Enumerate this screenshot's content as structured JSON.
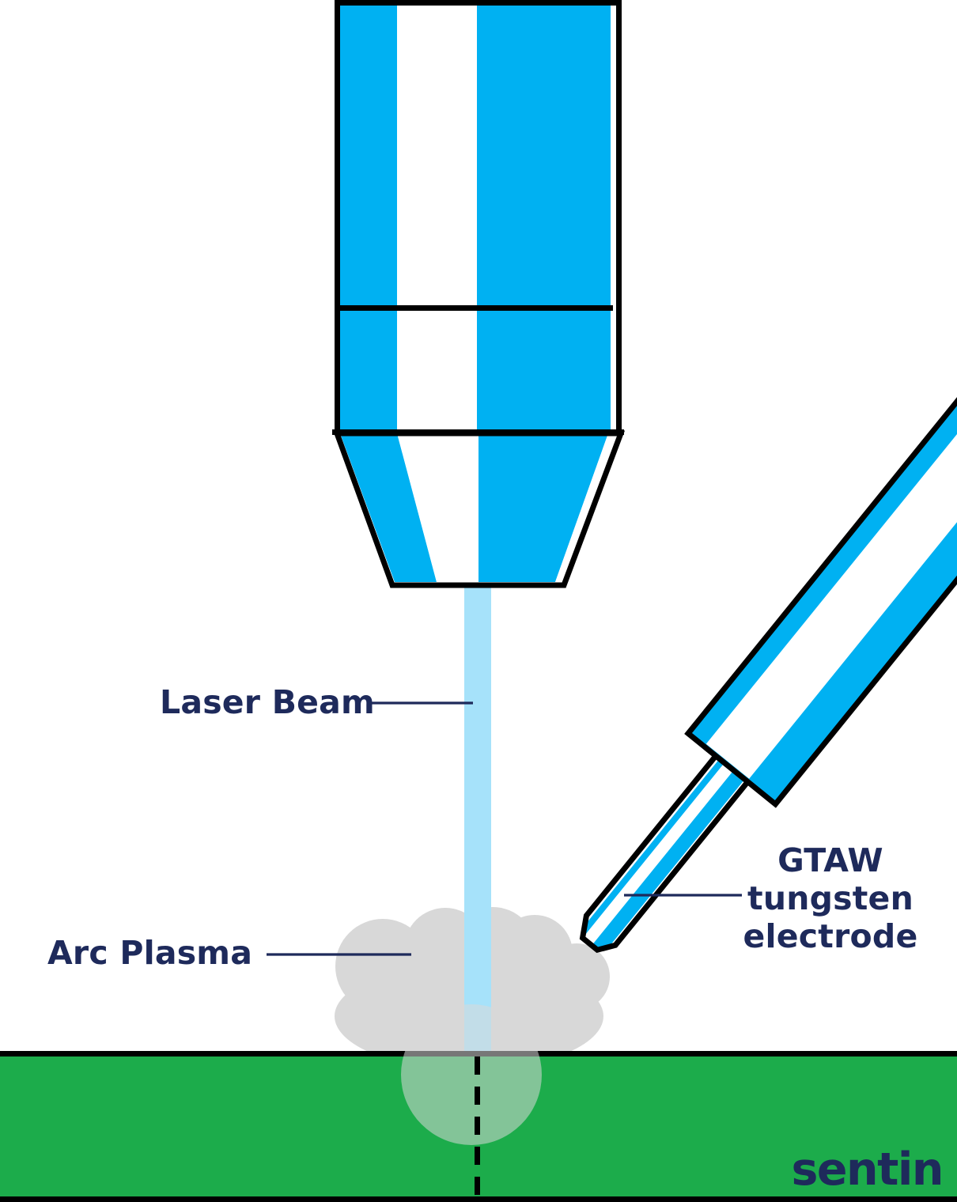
{
  "diagram_title": "laser-arc-hybrid-welding-diagram",
  "labels": {
    "laser_beam": "Laser Beam",
    "arc_plasma": "Arc Plasma",
    "gtaw": {
      "line1": "GTAW",
      "line2": "tungsten",
      "line3": "electrode"
    }
  },
  "logo": {
    "text": "sentin"
  },
  "colors": {
    "torch-blue": "#00B1F2",
    "beam-blue": "#A6E2FA",
    "plasma-gray": "#D8D8D8",
    "workpiece-green": "#1CAC4B",
    "navy": "#1E2A5B",
    "outline": "#000000"
  }
}
